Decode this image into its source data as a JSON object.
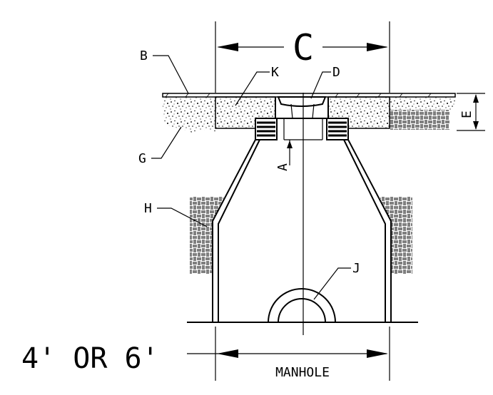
{
  "labels": {
    "a": "A",
    "b": "B",
    "c": "C",
    "d": "D",
    "e": "E",
    "g": "G",
    "h": "H",
    "j": "J",
    "k": "K"
  },
  "bottom": {
    "size_text": "4' OR 6'",
    "manhole_text": "MANHOLE"
  },
  "colors": {
    "line": "#000000",
    "background": "#ffffff"
  }
}
